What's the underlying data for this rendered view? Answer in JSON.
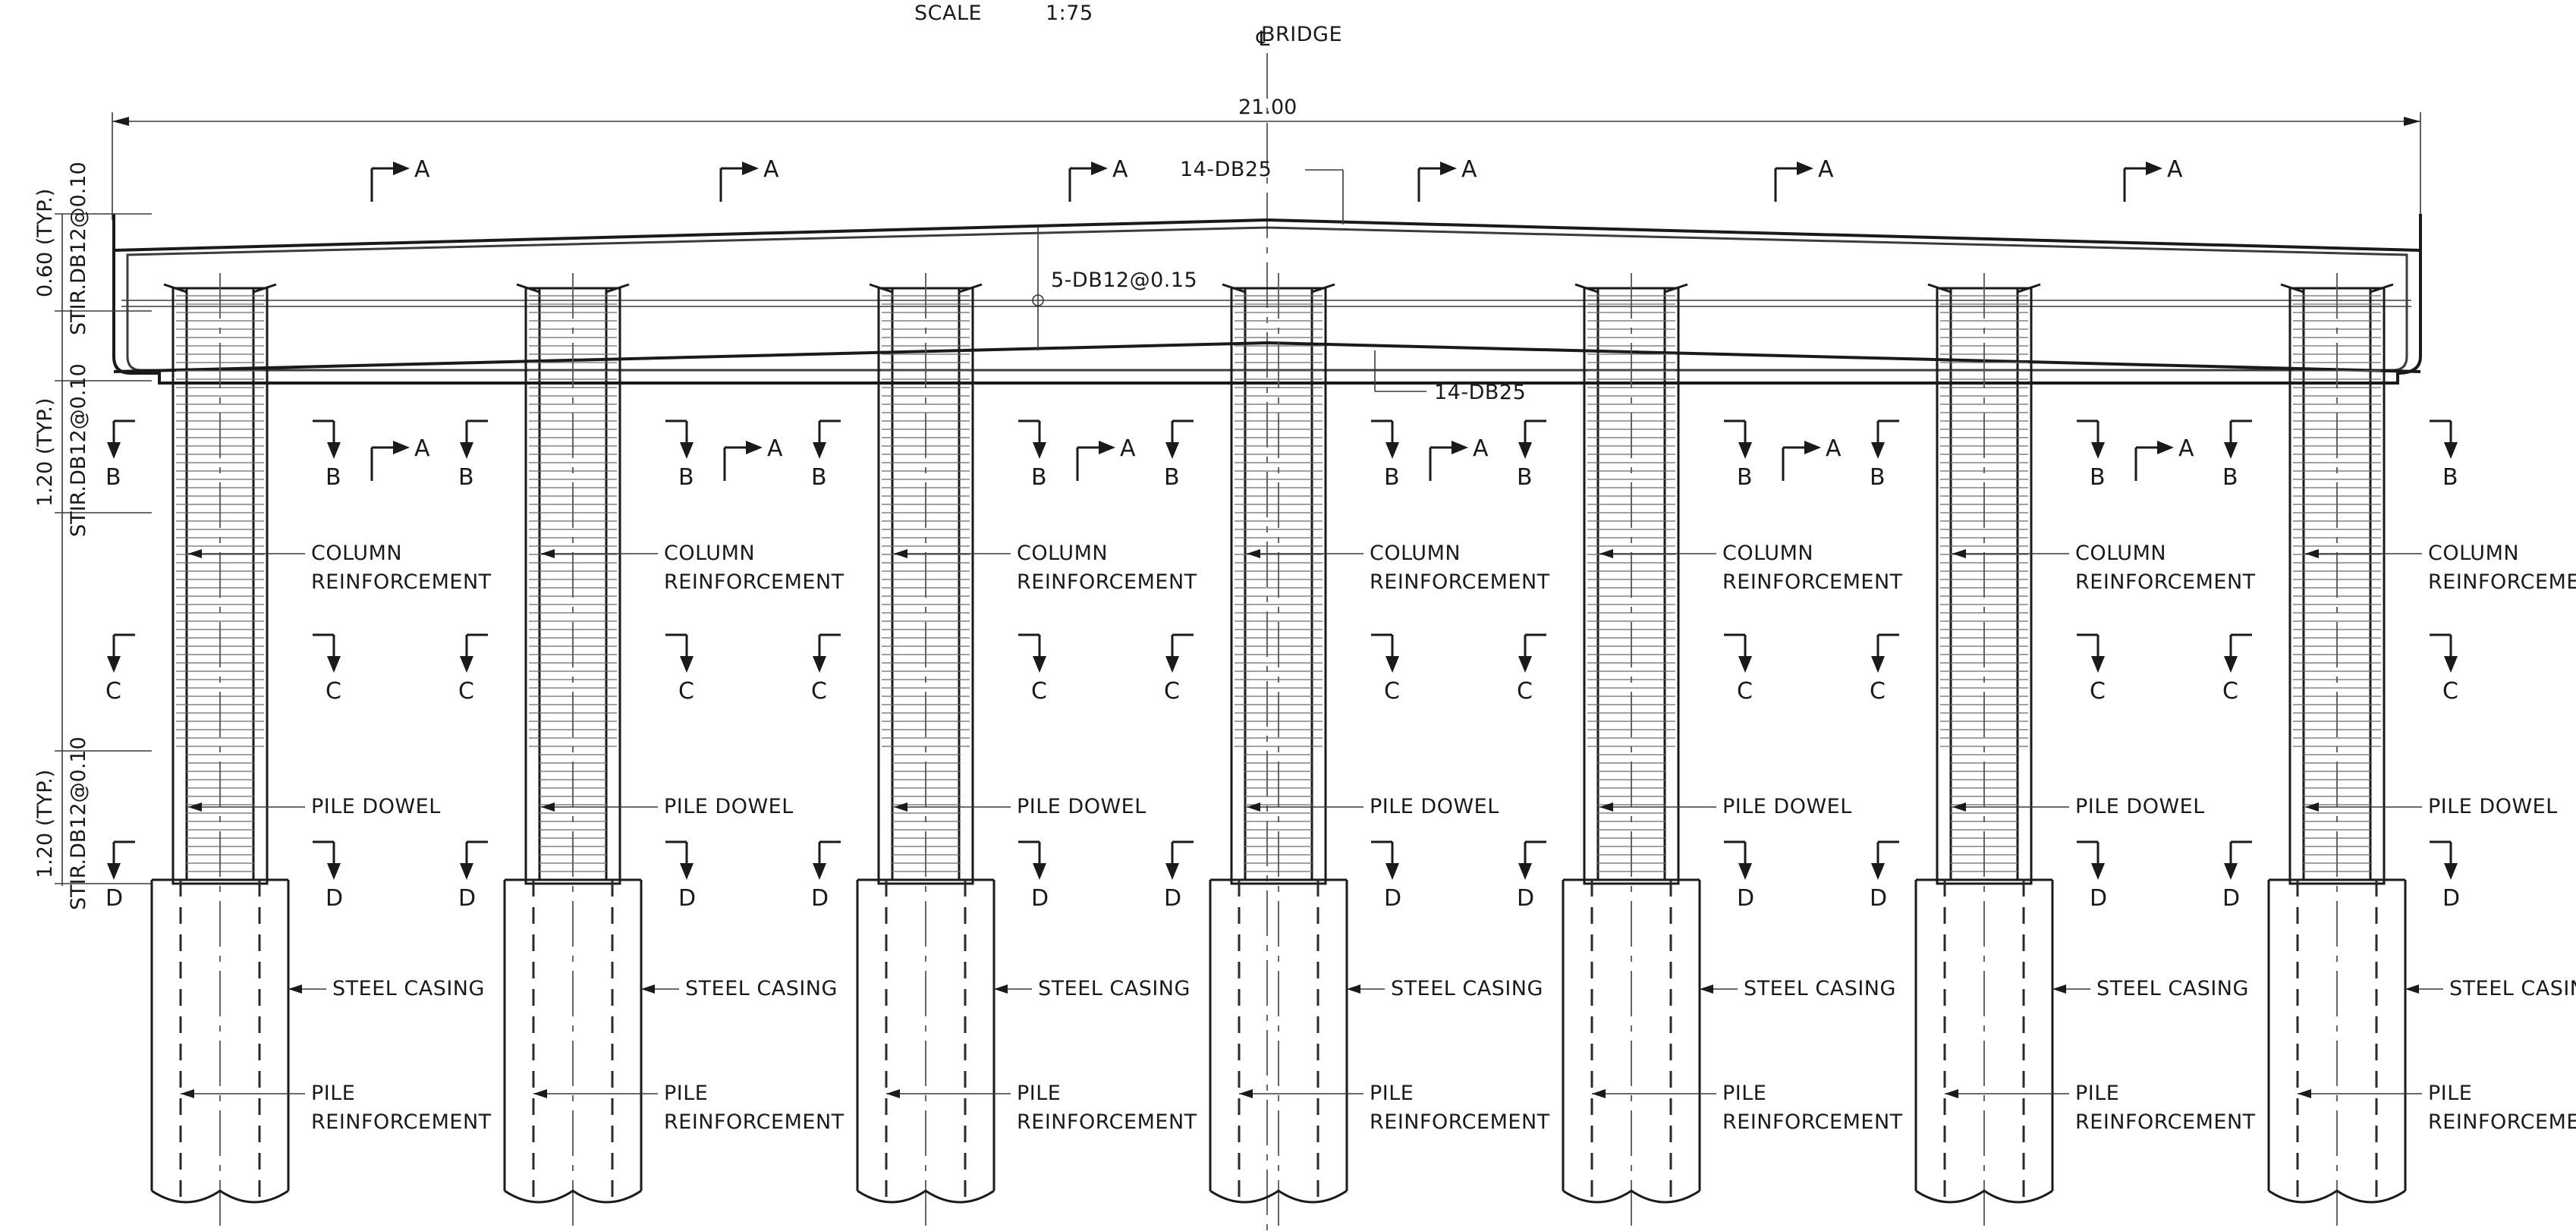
{
  "header": {
    "scale_label": "SCALE",
    "scale_value": "1:75",
    "centerline_label": "BRIDGE",
    "centerline_symbol": "℄"
  },
  "dimensions": {
    "overall_width": "21.00",
    "cap_height": "0.60 (TYP.)",
    "cap_stirrup": "STIR.DB12@0.10",
    "upper_col_height": "1.20 (TYP.)",
    "upper_col_stirrup": "STIR.DB12@0.10",
    "lower_col_height": "1.20 (TYP.)",
    "lower_col_stirrup": "STIR.DB12@0.10"
  },
  "callouts": {
    "top_bars": "14-DB25",
    "bottom_bars": "14-DB25",
    "side_bars": "5-DB12@0.15"
  },
  "labels": {
    "column_reinf_1": "COLUMN",
    "column_reinf_2": "REINFORCEMENT",
    "pile_dowel": "PILE DOWEL",
    "steel_casing": "STEEL CASING",
    "pile_reinf_1": "PILE",
    "pile_reinf_2": "REINFORCEMENT"
  },
  "section_marks": {
    "a": "A",
    "b": "B",
    "c": "C",
    "d": "D"
  },
  "piers": {
    "count": 7
  }
}
